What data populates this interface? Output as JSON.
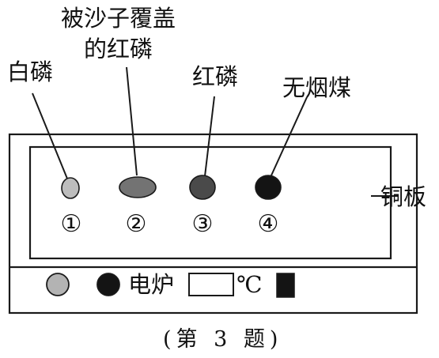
{
  "labels": {
    "white_phosphorus": "白磷",
    "covered_red_line1": "被沙子覆盖",
    "covered_red_line2": "的红磷",
    "red_phosphorus": "红磷",
    "smokeless_coal": "无烟煤",
    "copper_plate": "铜板"
  },
  "positions": [
    "①",
    "②",
    "③",
    "④"
  ],
  "panel": {
    "furnace_label": "电炉",
    "temp_unit": "℃"
  },
  "caption": "(第 3 题)",
  "colors": {
    "white_phosphorus": "#bdbdbd",
    "covered_red": "#737373",
    "red_phosphorus": "#4a4a4a",
    "smokeless_coal": "#141414",
    "knob_light": "#b3b3b3",
    "knob_dark": "#141414",
    "switch": "#141414",
    "line": "#1a1a1a"
  }
}
